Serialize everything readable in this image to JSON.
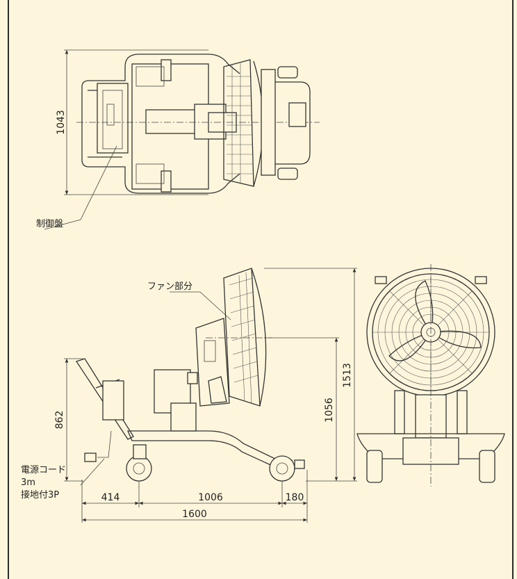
{
  "labels": {
    "control_panel": "制御盤",
    "fan_section": "ファン部分",
    "power_cord_line1": "電源コード",
    "power_cord_line2": "3m",
    "power_cord_line3": "接地付3P"
  },
  "dimensions": {
    "top_width": "1043",
    "side_handle_height": "862",
    "front_fan_height": "1056",
    "total_height": "1513",
    "rear_offset": "414",
    "wheelbase": "1006",
    "front_offset": "180",
    "total_length": "1600"
  }
}
